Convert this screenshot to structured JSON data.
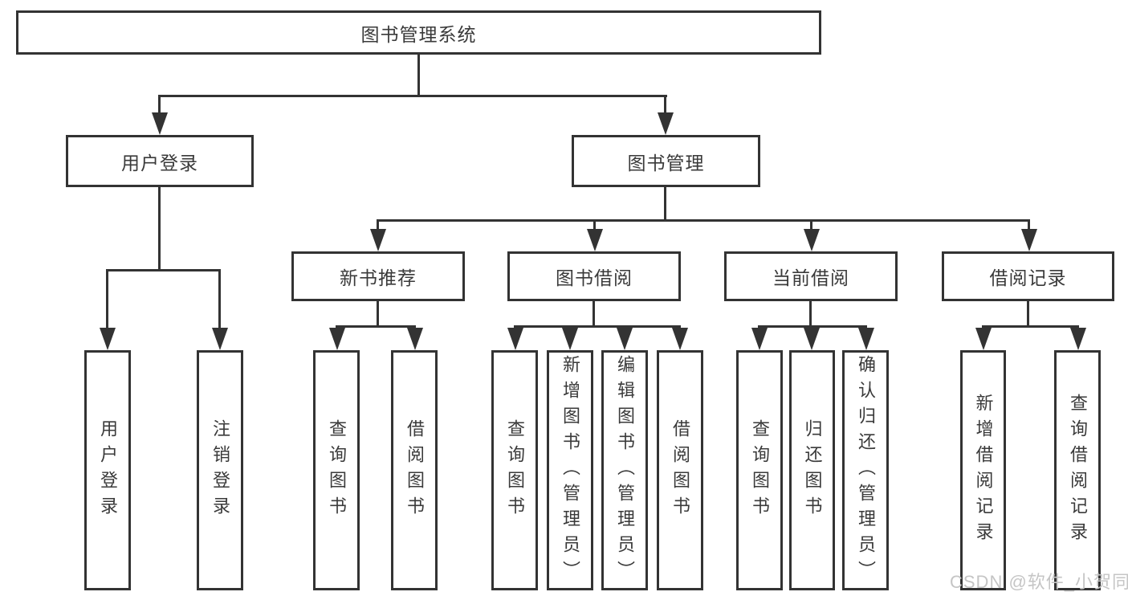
{
  "diagram": {
    "watermark": "CSDN @软件_小贺同学",
    "colors": {
      "line": "#333333",
      "box_border": "#333333",
      "text": "#3a3a3a",
      "watermark": "#c5c5c5",
      "background": "#ffffff"
    },
    "root": {
      "label": "图书管理系统",
      "children": [
        {
          "label": "用户登录",
          "children": [
            {
              "label": "用户登录"
            },
            {
              "label": "注销登录"
            }
          ]
        },
        {
          "label": "图书管理",
          "children": [
            {
              "label": "新书推荐",
              "children": [
                {
                  "label": "查询图书"
                },
                {
                  "label": "借阅图书"
                }
              ]
            },
            {
              "label": "图书借阅",
              "children": [
                {
                  "label": "查询图书"
                },
                {
                  "label": "新增图书（管理员）"
                },
                {
                  "label": "编辑图书（管理员）"
                },
                {
                  "label": "借阅图书"
                }
              ]
            },
            {
              "label": "当前借阅",
              "children": [
                {
                  "label": "查询图书"
                },
                {
                  "label": "归还图书"
                },
                {
                  "label": "确认归还（管理员）"
                }
              ]
            },
            {
              "label": "借阅记录",
              "children": [
                {
                  "label": "新增借阅记录"
                },
                {
                  "label": "查询借阅记录"
                }
              ]
            }
          ]
        }
      ]
    }
  }
}
